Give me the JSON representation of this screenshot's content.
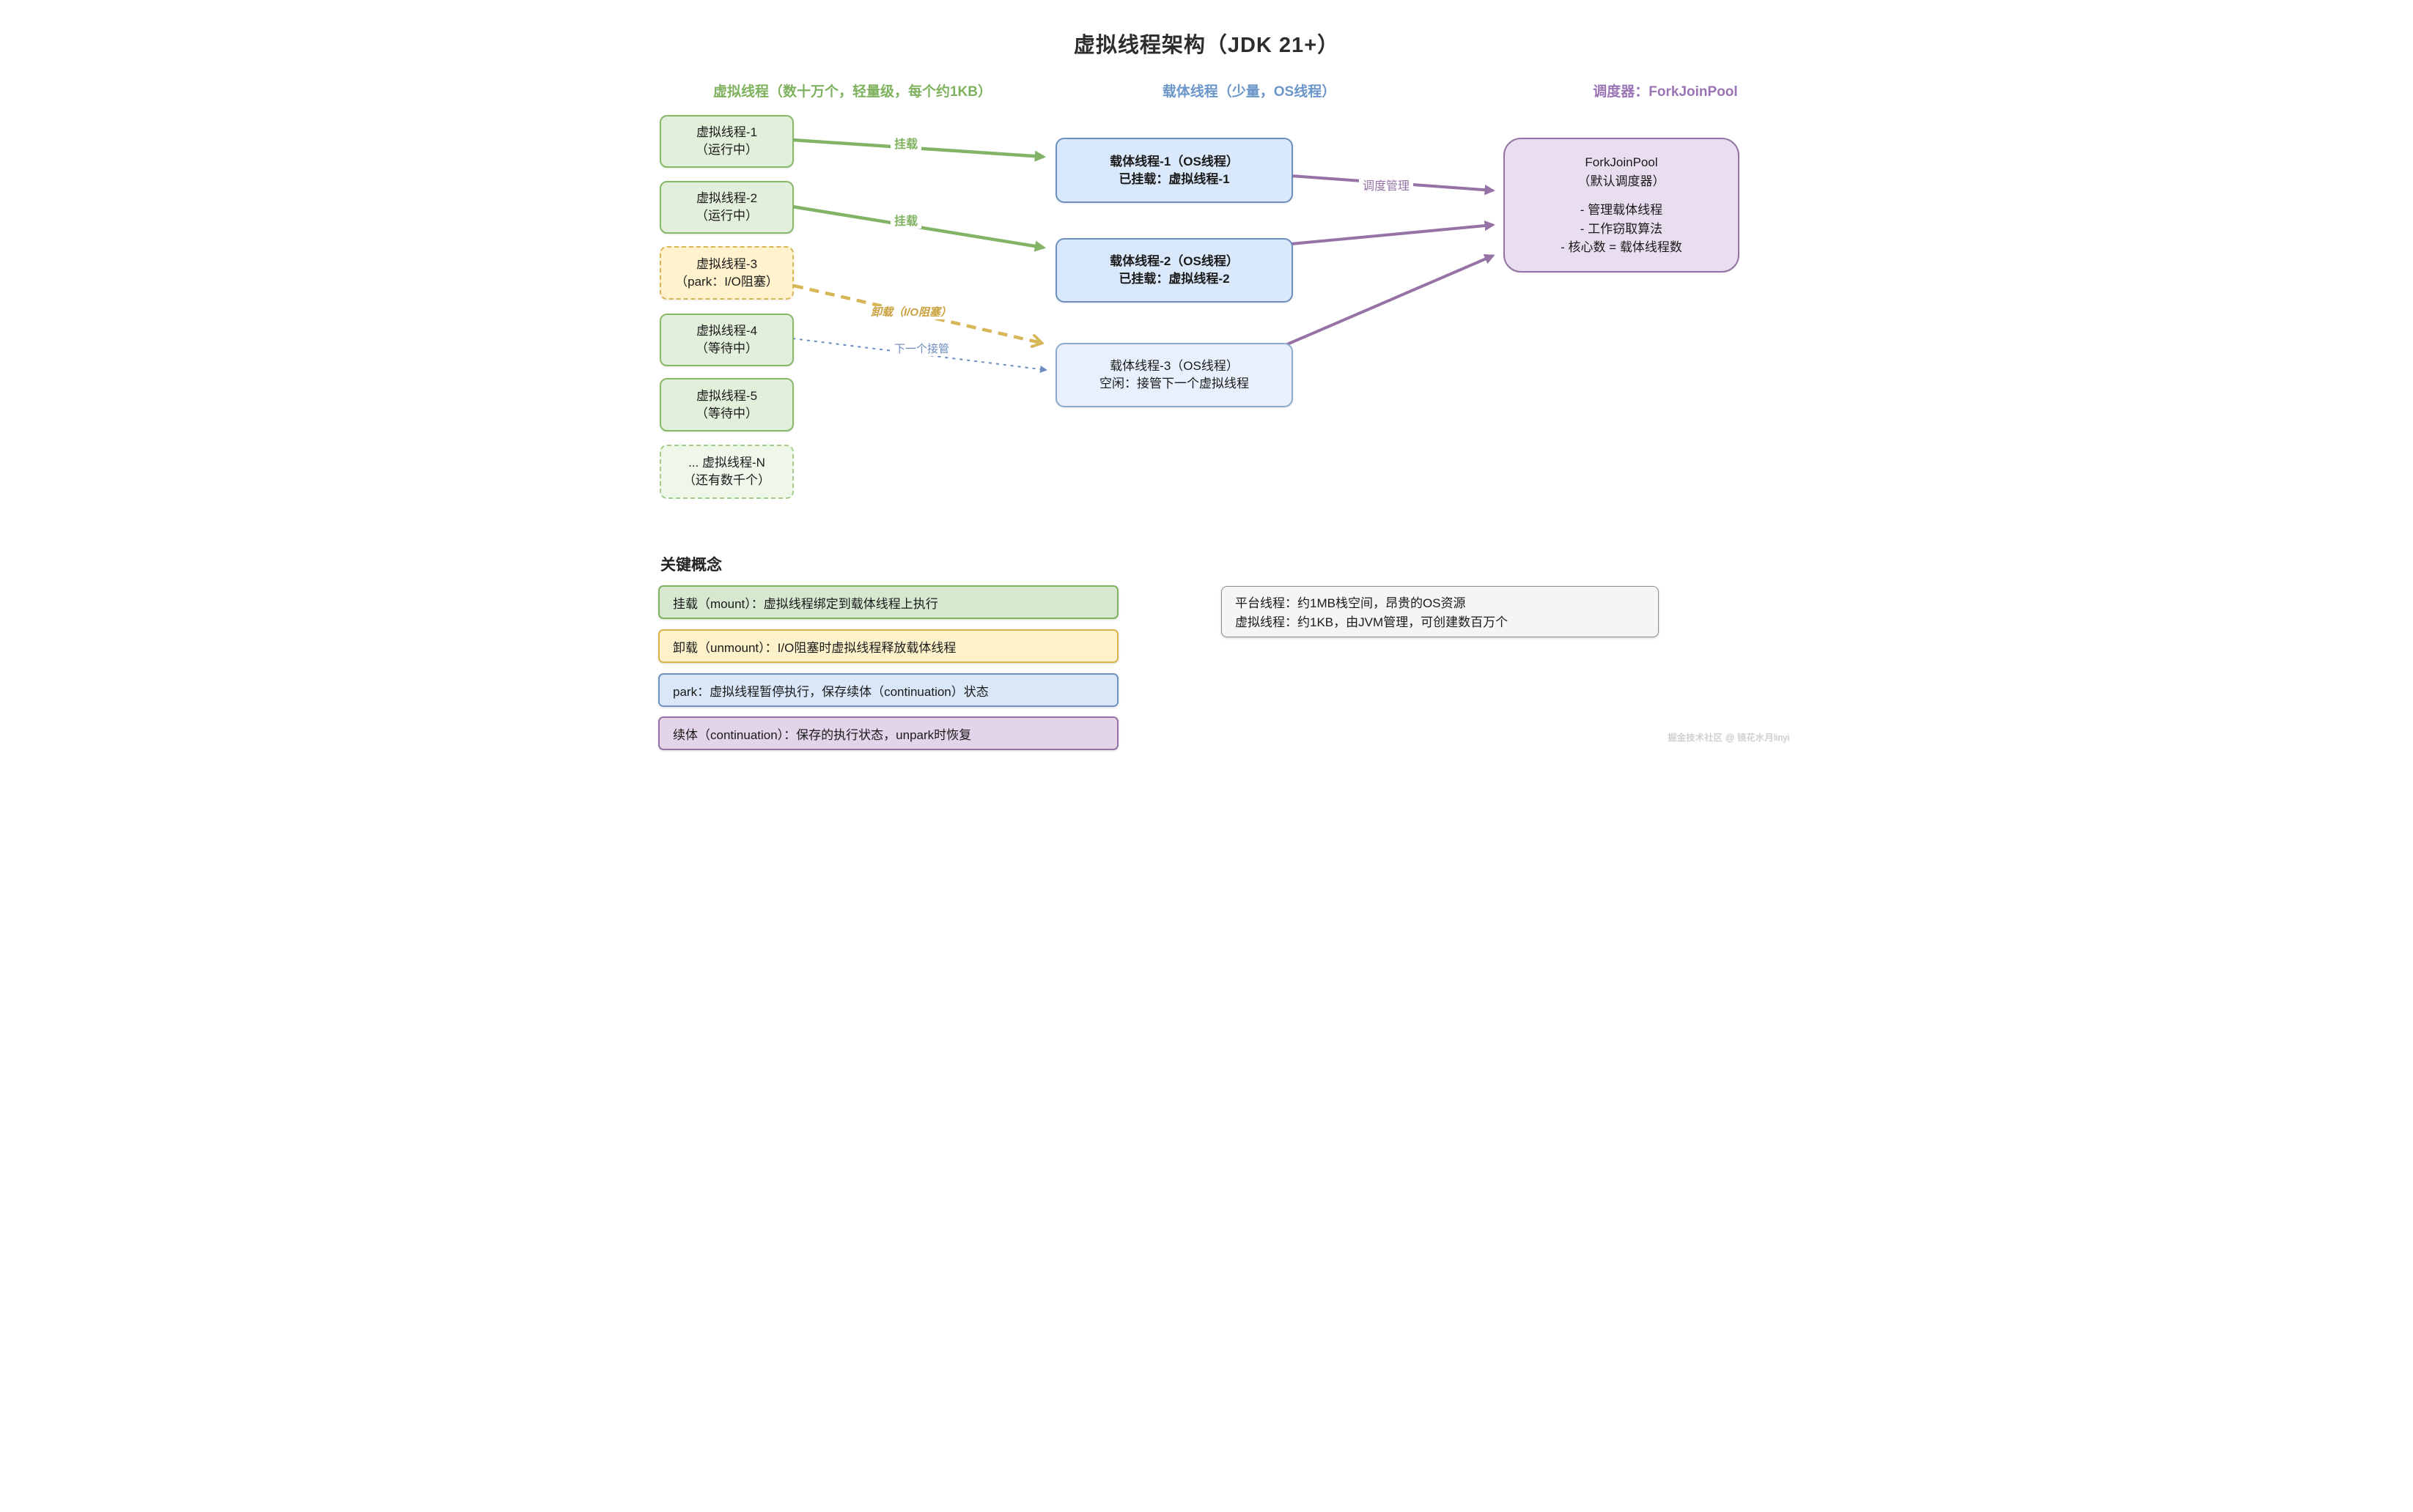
{
  "title": "虚拟线程架构（JDK 21+）",
  "headers": {
    "virtual": "虚拟线程（数十万个，轻量级，每个约1KB）",
    "carrier": "载体线程（少量，OS线程）",
    "scheduler": "调度器：ForkJoinPool"
  },
  "virtual_threads": [
    {
      "line1": "虚拟线程-1",
      "line2": "（运行中）",
      "state": "running"
    },
    {
      "line1": "虚拟线程-2",
      "line2": "（运行中）",
      "state": "running"
    },
    {
      "line1": "虚拟线程-3",
      "line2": "（park：I/O阻塞）",
      "state": "parked"
    },
    {
      "line1": "虚拟线程-4",
      "line2": "（等待中）",
      "state": "waiting"
    },
    {
      "line1": "虚拟线程-5",
      "line2": "（等待中）",
      "state": "waiting"
    },
    {
      "line1": "... 虚拟线程-N",
      "line2": "（还有数千个）",
      "state": "more"
    }
  ],
  "carrier_threads": [
    {
      "line1": "载体线程-1（OS线程）",
      "line2": "已挂载：虚拟线程-1"
    },
    {
      "line1": "载体线程-2（OS线程）",
      "line2": "已挂载：虚拟线程-2"
    },
    {
      "line1": "载体线程-3（OS线程）",
      "line2": "空闲：接管下一个虚拟线程"
    }
  ],
  "scheduler_box": {
    "line1": "ForkJoinPool",
    "line2": "（默认调度器）",
    "bullet1": "- 管理载体线程",
    "bullet2": "- 工作窃取算法",
    "bullet3": "- 核心数 = 载体线程数"
  },
  "arrow_labels": {
    "mount1": "挂载",
    "mount2": "挂载",
    "unmount": "卸载（I/O阻塞）",
    "takeover": "下一个接管",
    "schedule": "调度管理"
  },
  "concepts": {
    "heading": "关键概念",
    "items": [
      "挂载（mount）：虚拟线程绑定到载体线程上执行",
      "卸载（unmount）：I/O阻塞时虚拟线程释放载体线程",
      "park：虚拟线程暂停执行，保存续体（continuation）状态",
      "续体（continuation）：保存的执行状态，unpark时恢复"
    ]
  },
  "info_box": {
    "line1": "平台线程：约1MB栈空间，昂贵的OS资源",
    "line2": "虚拟线程：约1KB，由JVM管理，可创建数百万个"
  },
  "watermark": "掘金技术社区 @ 镜花水月linyi",
  "colors": {
    "green_accent": "#82B366",
    "blue_accent": "#6C8EBF",
    "purple_accent": "#9673A6",
    "yellow_accent": "#D6B656"
  }
}
